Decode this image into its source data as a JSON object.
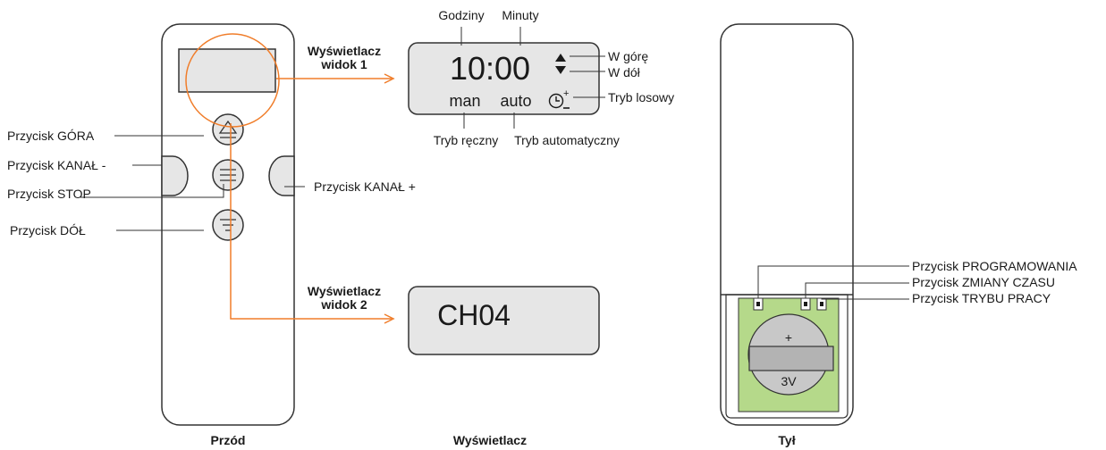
{
  "front": {
    "caption": "Przód",
    "labels": {
      "up": "Przycisk GÓRA",
      "channel_minus": "Przycisk KANAŁ -",
      "stop": "Przycisk STOP",
      "down": "Przycisk DÓŁ",
      "channel_plus": "Przycisk KANAŁ +"
    }
  },
  "display": {
    "caption": "Wyświetlacz",
    "view1_label": {
      "line1": "Wyświetlacz",
      "line2": "widok 1"
    },
    "view2_label": {
      "line1": "Wyświetlacz",
      "line2": "widok 2"
    },
    "hours_label": "Godziny",
    "minutes_label": "Minuty",
    "time": "10:00",
    "mode_manual": "man",
    "mode_auto": "auto",
    "random_plus": "+",
    "up_label": "W górę",
    "down_label": "W dół",
    "random_label": "Tryb losowy",
    "manual_label": "Tryb ręczny",
    "auto_label": "Tryb automatyczny",
    "channel": "CH04"
  },
  "back": {
    "caption": "Tył",
    "labels": {
      "programming": "Przycisk PROGRAMOWANIA",
      "time_change": "Przycisk ZMIANY CZASU",
      "work_mode": "Przycisk TRYBU PRACY"
    },
    "battery_plus": "+",
    "battery_voltage": "3V"
  },
  "colors": {
    "outline": "#333333",
    "accent_orange": "#f07d2a",
    "lcd_fill": "#e6e6e6",
    "battery_compartment": "#b5d98a",
    "battery_fill": "#c8c8c8"
  }
}
